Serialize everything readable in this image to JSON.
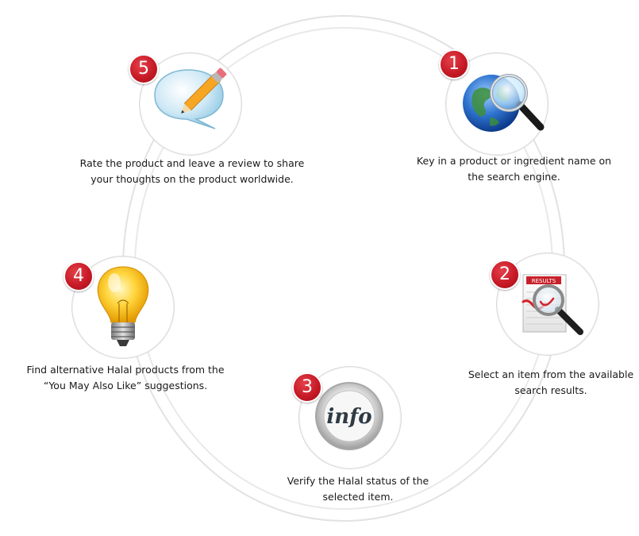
{
  "steps": [
    {
      "number": "1",
      "icon": "globe-magnifier-icon",
      "lines": [
        "Key in a product or ingredient name on",
        "the search engine."
      ]
    },
    {
      "number": "2",
      "icon": "results-magnifier-icon",
      "lines": [
        "Select an item from the available",
        "search results."
      ]
    },
    {
      "number": "3",
      "icon": "info-icon",
      "icon_text": "info",
      "lines": [
        "Verify the Halal status of the",
        "selected item."
      ]
    },
    {
      "number": "4",
      "icon": "lightbulb-icon",
      "lines": [
        "Find alternative Halal products from the",
        "“You May Also Like” suggestions."
      ]
    },
    {
      "number": "5",
      "icon": "speech-bubble-pencil-icon",
      "lines": [
        "Rate the product and leave a review to share",
        "your thoughts on the product worldwide."
      ]
    }
  ],
  "results_label": "RESULTS",
  "colors": {
    "badge": "#c71a26",
    "ring": "#dedede"
  }
}
